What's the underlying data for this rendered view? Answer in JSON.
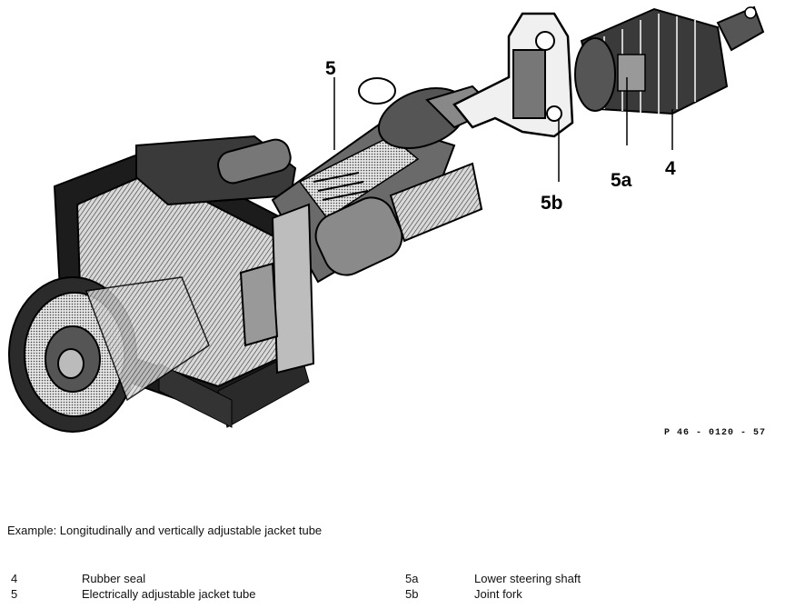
{
  "callouts": {
    "c5": "5",
    "c5a": "5a",
    "c5b": "5b",
    "c4": "4"
  },
  "figure_ref": "P 46 - 0120 - 57",
  "caption": "Example: Longitudinally and vertically adjustable jacket tube",
  "legend": {
    "left": [
      {
        "num": "4",
        "text": "Rubber seal"
      },
      {
        "num": "5",
        "text": "Electrically adjustable jacket tube"
      }
    ],
    "right": [
      {
        "num": "5a",
        "text": "Lower steering shaft"
      },
      {
        "num": "5b",
        "text": "Joint fork"
      }
    ]
  }
}
